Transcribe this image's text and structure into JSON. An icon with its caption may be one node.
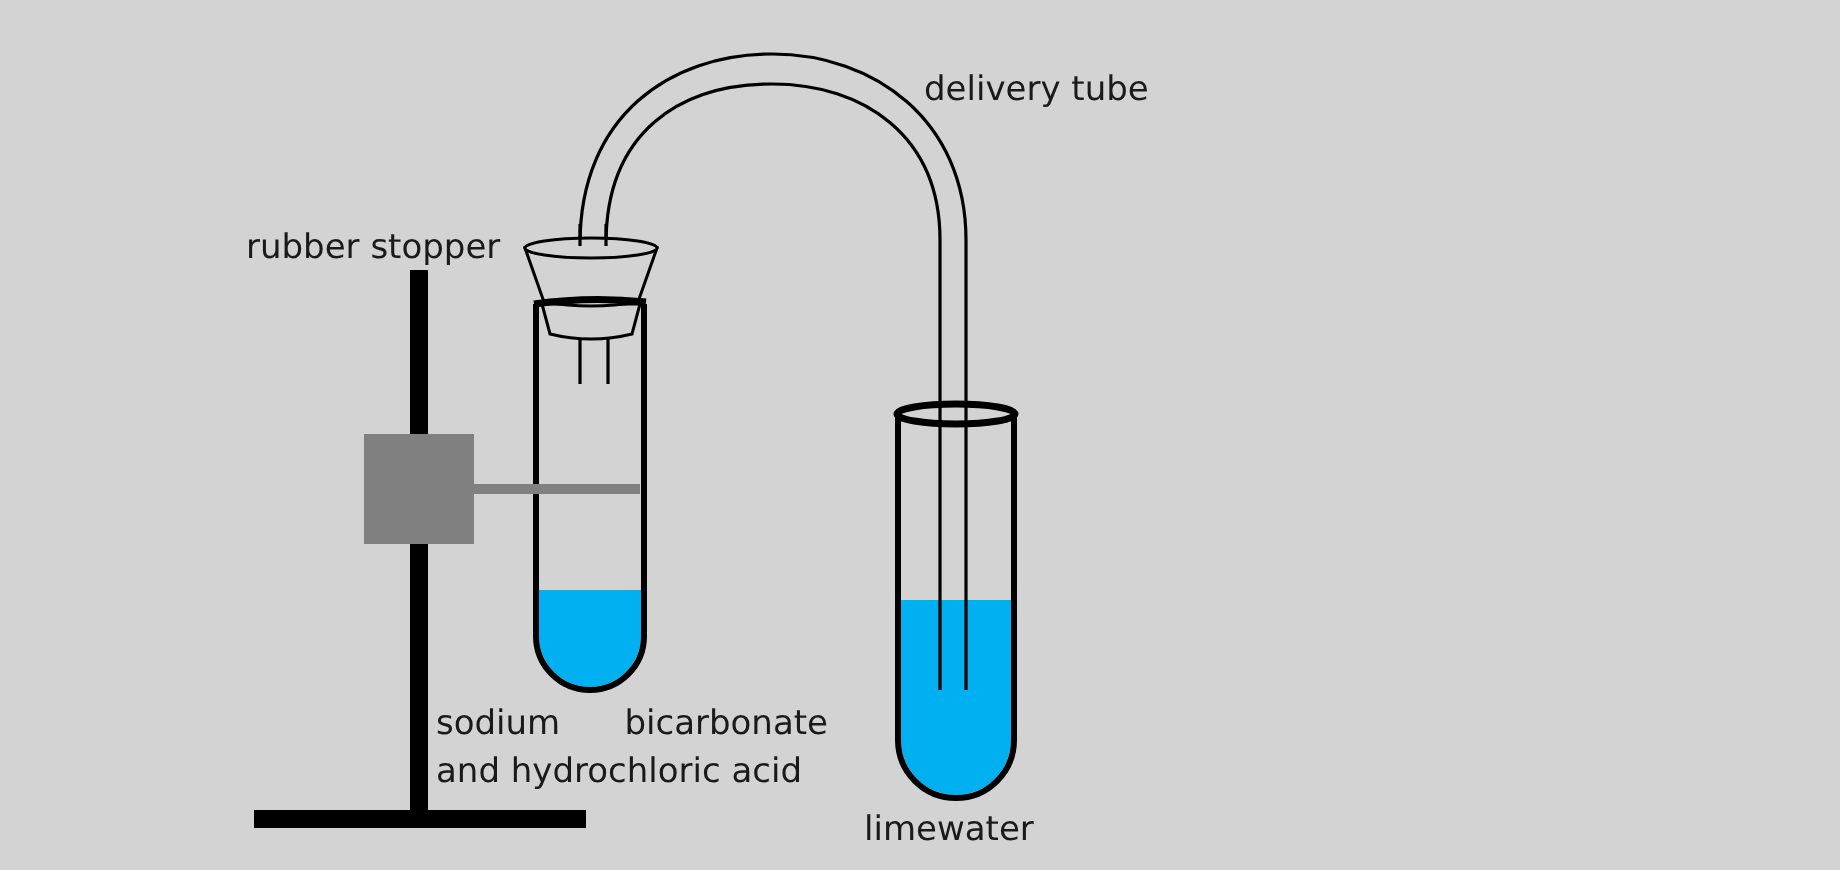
{
  "diagram": {
    "labels": [
      "delivery tube",
      "rubber stopper",
      "sodium bicarbonate and hydrochloric acid",
      "limewater"
    ]
  }
}
